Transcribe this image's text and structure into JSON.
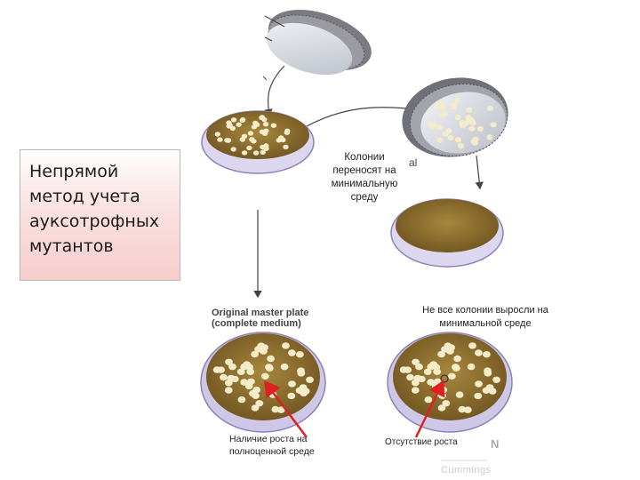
{
  "title": "Непрямой\nметод учета\nауксотрофных\nмутантов",
  "labels": {
    "transfer": "Колонии\nпереносят на\nминимальную\nсреду",
    "not_all_grew": "Не все колонии выросли на\nминимальной среде",
    "growth_present": "Наличие роста на\nполноценной среде",
    "growth_absent": "Отсутствие роста",
    "master_plate": "Original master plate\n(complete medium)",
    "fragment_al": "al",
    "fragment_n": "N",
    "watermark": "Cummings"
  },
  "icons": {
    "velvet_stamp_top": "velvet-stamp-icon",
    "velvet_stamp_right": "velvet-stamp-icon",
    "petri_dish": "petri-dish-icon"
  },
  "colors": {
    "agar": "#8a6a26",
    "agar_light": "#a8863c",
    "dish_rim": "#c5b9e0",
    "colony": "#f4ecc8",
    "pointer": "#e02020",
    "velvet": "#d2d6de"
  }
}
